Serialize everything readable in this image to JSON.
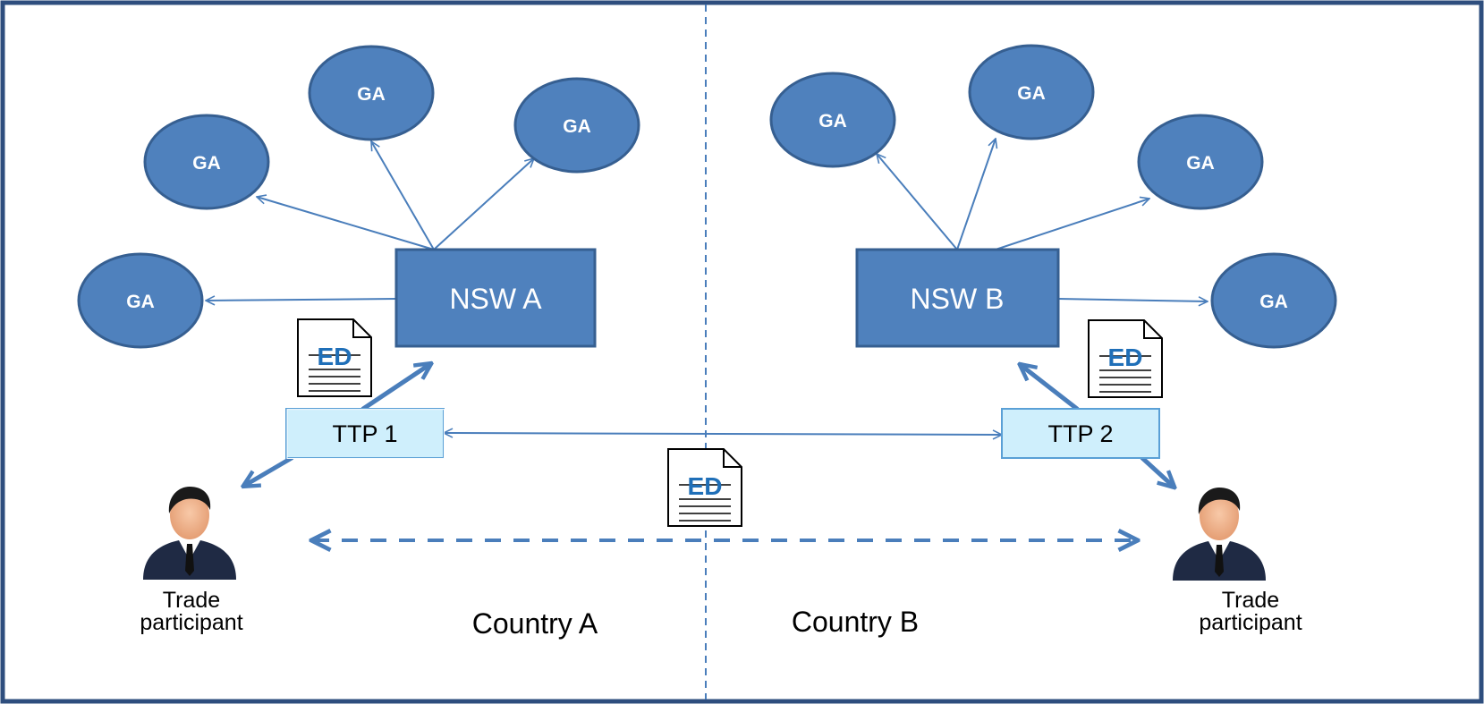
{
  "diagram": {
    "ga_label": "GA",
    "nsw_a": "NSW A",
    "nsw_b": "NSW B",
    "ttp1": "TTP 1",
    "ttp2": "TTP 2",
    "ed_label": "ED",
    "country_a": "Country A",
    "country_b": "Country B",
    "participant_line1": "Trade",
    "participant_line2": "participant",
    "colors": {
      "frame": "#2e4e7e",
      "node_fill": "#4f81bd",
      "node_stroke": "#365f91",
      "arrow": "#4a7ebb",
      "ttp_fill": "#cfeffc",
      "ttp_stroke": "#5aa0d6",
      "divider": "#4a7ebb"
    }
  }
}
